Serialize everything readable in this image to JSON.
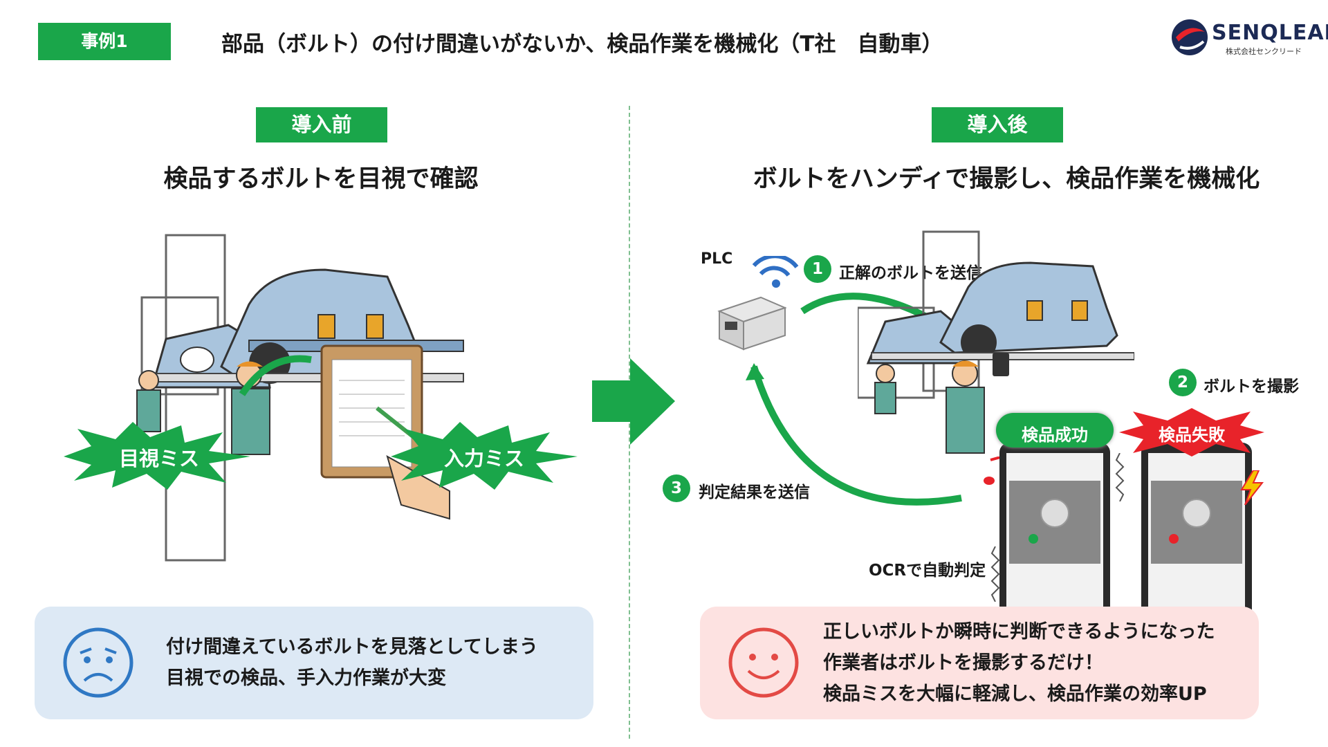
{
  "header": {
    "case_label": "事例1",
    "title": "部品（ボルト）の付け間違いがないか、検品作業を機械化（T社　自動車）",
    "logo_name": "SENQLEAD",
    "logo_subtitle": "株式会社センクリード"
  },
  "before": {
    "tag": "導入前",
    "subtitle": "検品するボルトを目視で確認",
    "burst_left": "目視ミス",
    "burst_right": "入力ミス",
    "summary_lines": [
      "付け間違えているボルトを見落としてしまう",
      "目視での検品、手入力作業が大変"
    ]
  },
  "after": {
    "tag": "導入後",
    "subtitle": "ボルトをハンディで撮影し、検品作業を機械化",
    "plc_label": "PLC",
    "steps": [
      {
        "num": "1",
        "label": "正解のボルトを送信"
      },
      {
        "num": "2",
        "label": "ボルトを撮影"
      },
      {
        "num": "3",
        "label": "判定結果を送信"
      }
    ],
    "ocr_label": "OCRで自動判定",
    "success_badge": "検品成功",
    "fail_badge": "検品失敗",
    "summary_lines": [
      "正しいボルトか瞬時に判断できるようになった",
      "作業者はボルトを撮影するだけ！",
      "検品ミスを大幅に軽減し、検品作業の効率UP"
    ]
  },
  "colors": {
    "accent_green": "#1aa64a",
    "fail_red": "#e8232a",
    "sad_blue": "#2f78c4",
    "happy_red": "#e34a45",
    "box_blue": "#dde9f5",
    "box_pink": "#fde2e1"
  }
}
